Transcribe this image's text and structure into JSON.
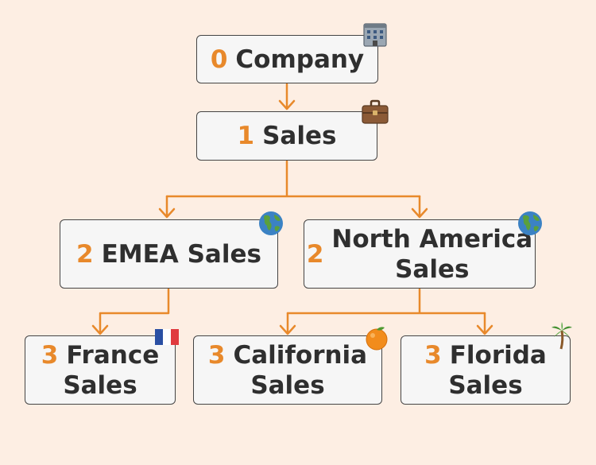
{
  "colors": {
    "background": "#fdeee3",
    "node_fill": "#f6f6f6",
    "node_border": "#444444",
    "text": "#2f2f2f",
    "level": "#e8892b",
    "edge": "#e8892b"
  },
  "nodes": [
    {
      "id": "company",
      "level": "0",
      "label": "Company",
      "icon": "office-building-icon"
    },
    {
      "id": "sales",
      "level": "1",
      "label": "Sales",
      "icon": "briefcase-icon"
    },
    {
      "id": "emea",
      "level": "2",
      "label": "EMEA Sales",
      "icon": "globe-icon"
    },
    {
      "id": "north-america",
      "level": "2",
      "label": "North America\nSales",
      "icon": "globe-icon"
    },
    {
      "id": "france",
      "level": "3",
      "label": "France\nSales",
      "icon": "france-flag-icon"
    },
    {
      "id": "california",
      "level": "3",
      "label": "California\nSales",
      "icon": "orange-icon"
    },
    {
      "id": "florida",
      "level": "3",
      "label": "Florida\nSales",
      "icon": "palm-tree-icon"
    }
  ]
}
